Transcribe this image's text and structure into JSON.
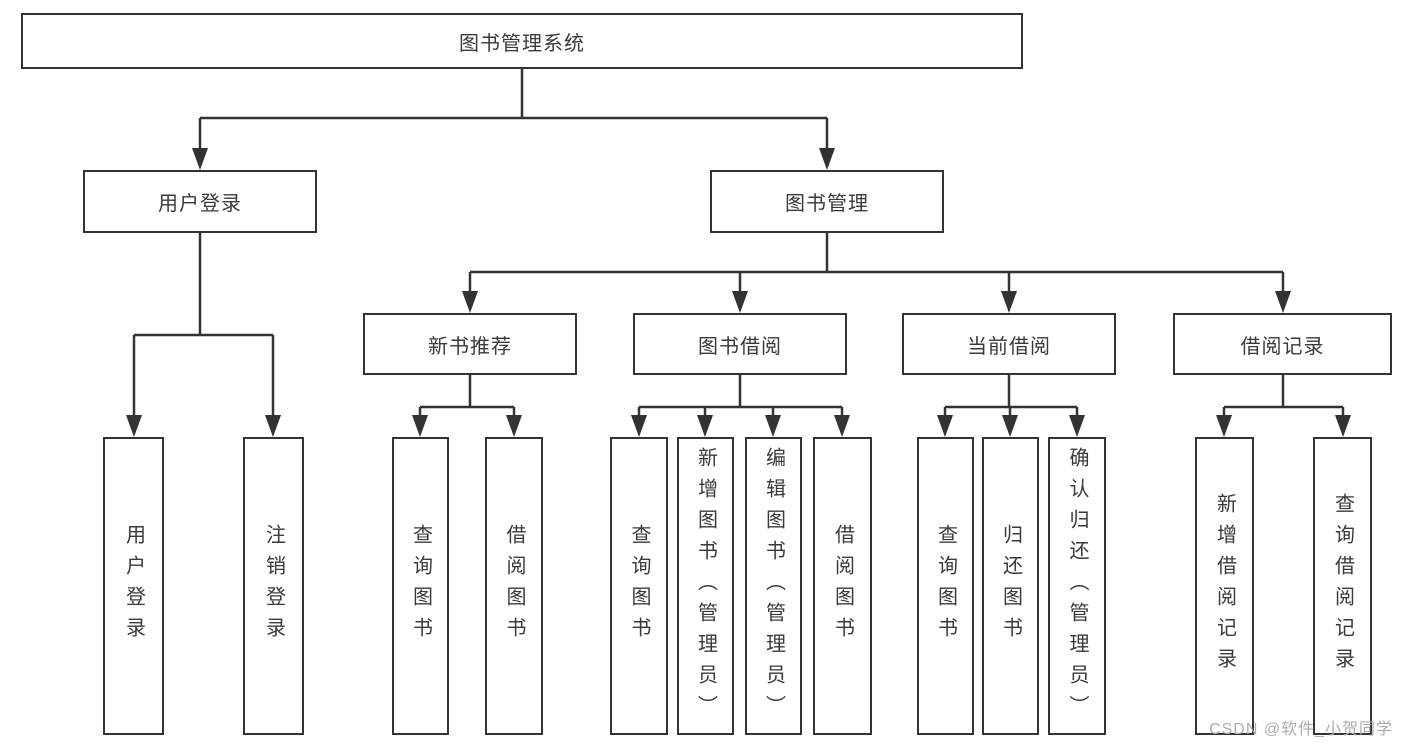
{
  "diagram": {
    "nodes": {
      "root": "图书管理系统",
      "user_login": "用户登录",
      "book_mgmt": "图书管理",
      "new_book_rec": "新书推荐",
      "book_borrow": "图书借阅",
      "current_borrow": "当前借阅",
      "borrow_records": "借阅记录",
      "user_login_children": {
        "login": "用户登录",
        "logout": "注销登录"
      },
      "new_book_rec_children": {
        "query_book": "查询图书",
        "borrow_book": "借阅图书"
      },
      "book_borrow_children": {
        "query_book": "查询图书",
        "add_book": "新增图书（管理员）",
        "edit_book": "编辑图书（管理员）",
        "borrow_book": "借阅图书"
      },
      "current_borrow_children": {
        "query_book": "查询图书",
        "return_book": "归还图书",
        "confirm_return": "确认归还（管理员）"
      },
      "borrow_records_children": {
        "add_record": "新增借阅记录",
        "query_record": "查询借阅记录"
      }
    },
    "watermark": "CSDN @软件_小贺同学",
    "colors": {
      "line": "#333333",
      "text": "#3a3a3a",
      "watermark": "#acacac",
      "background": "#ffffff"
    }
  }
}
